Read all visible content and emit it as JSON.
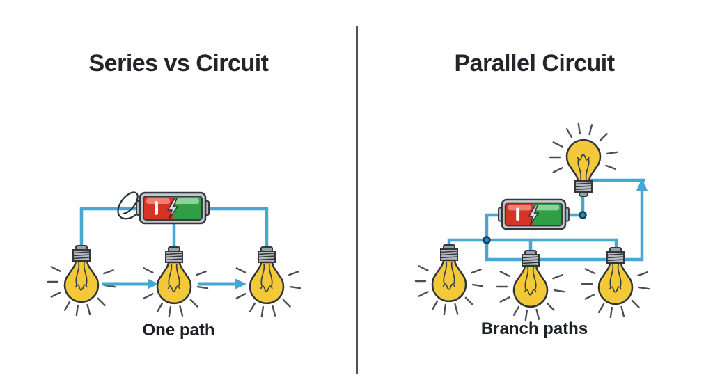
{
  "left_panel": {
    "title": "Series vs Circuit",
    "caption": "One path",
    "bulb_count": 3
  },
  "right_panel": {
    "title": "Parallel Circuit",
    "caption": "Branch paths",
    "bulb_count": 4
  },
  "colors": {
    "wire_blue": "#45a7d4",
    "battery_red": "#d63327",
    "battery_green": "#2f9e44",
    "bulb_yellow": "#f3c93a",
    "title_text": "#22262b",
    "divider_gray": "#4e5156"
  },
  "icons": {
    "battery": "battery-icon",
    "light_bulb": "light-bulb-icon",
    "current_arrow": "current-arrow-icon",
    "junction": "junction-node-icon"
  }
}
